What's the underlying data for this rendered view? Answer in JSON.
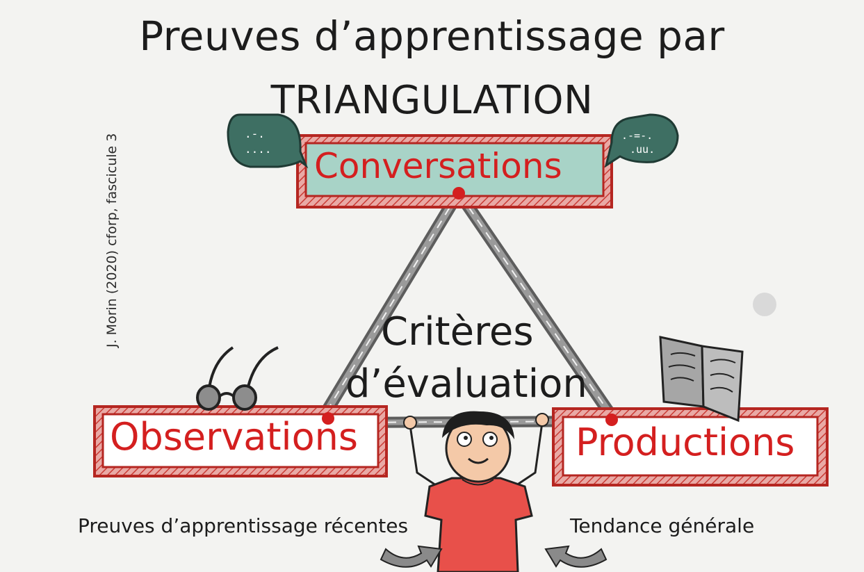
{
  "title": {
    "line1": "Preuves d’apprentissage par",
    "line2": "TRIANGULATION"
  },
  "credit": "J. Morin (2020) cforp, fascicule 3",
  "nodes": {
    "top": "Conversations",
    "left": "Observations",
    "right": "Productions"
  },
  "center": {
    "line1": "Critères",
    "line2": "d’évaluation"
  },
  "captions": {
    "left": "Preuves d’apprentissage récentes",
    "right": "Tendance générale"
  },
  "colors": {
    "accent_red": "#d41f1f",
    "conversation_fill": "#a8d3c7",
    "bubble_fill": "#3e6f63",
    "shirt": "#e8504a",
    "road": "#6f6f6f"
  }
}
